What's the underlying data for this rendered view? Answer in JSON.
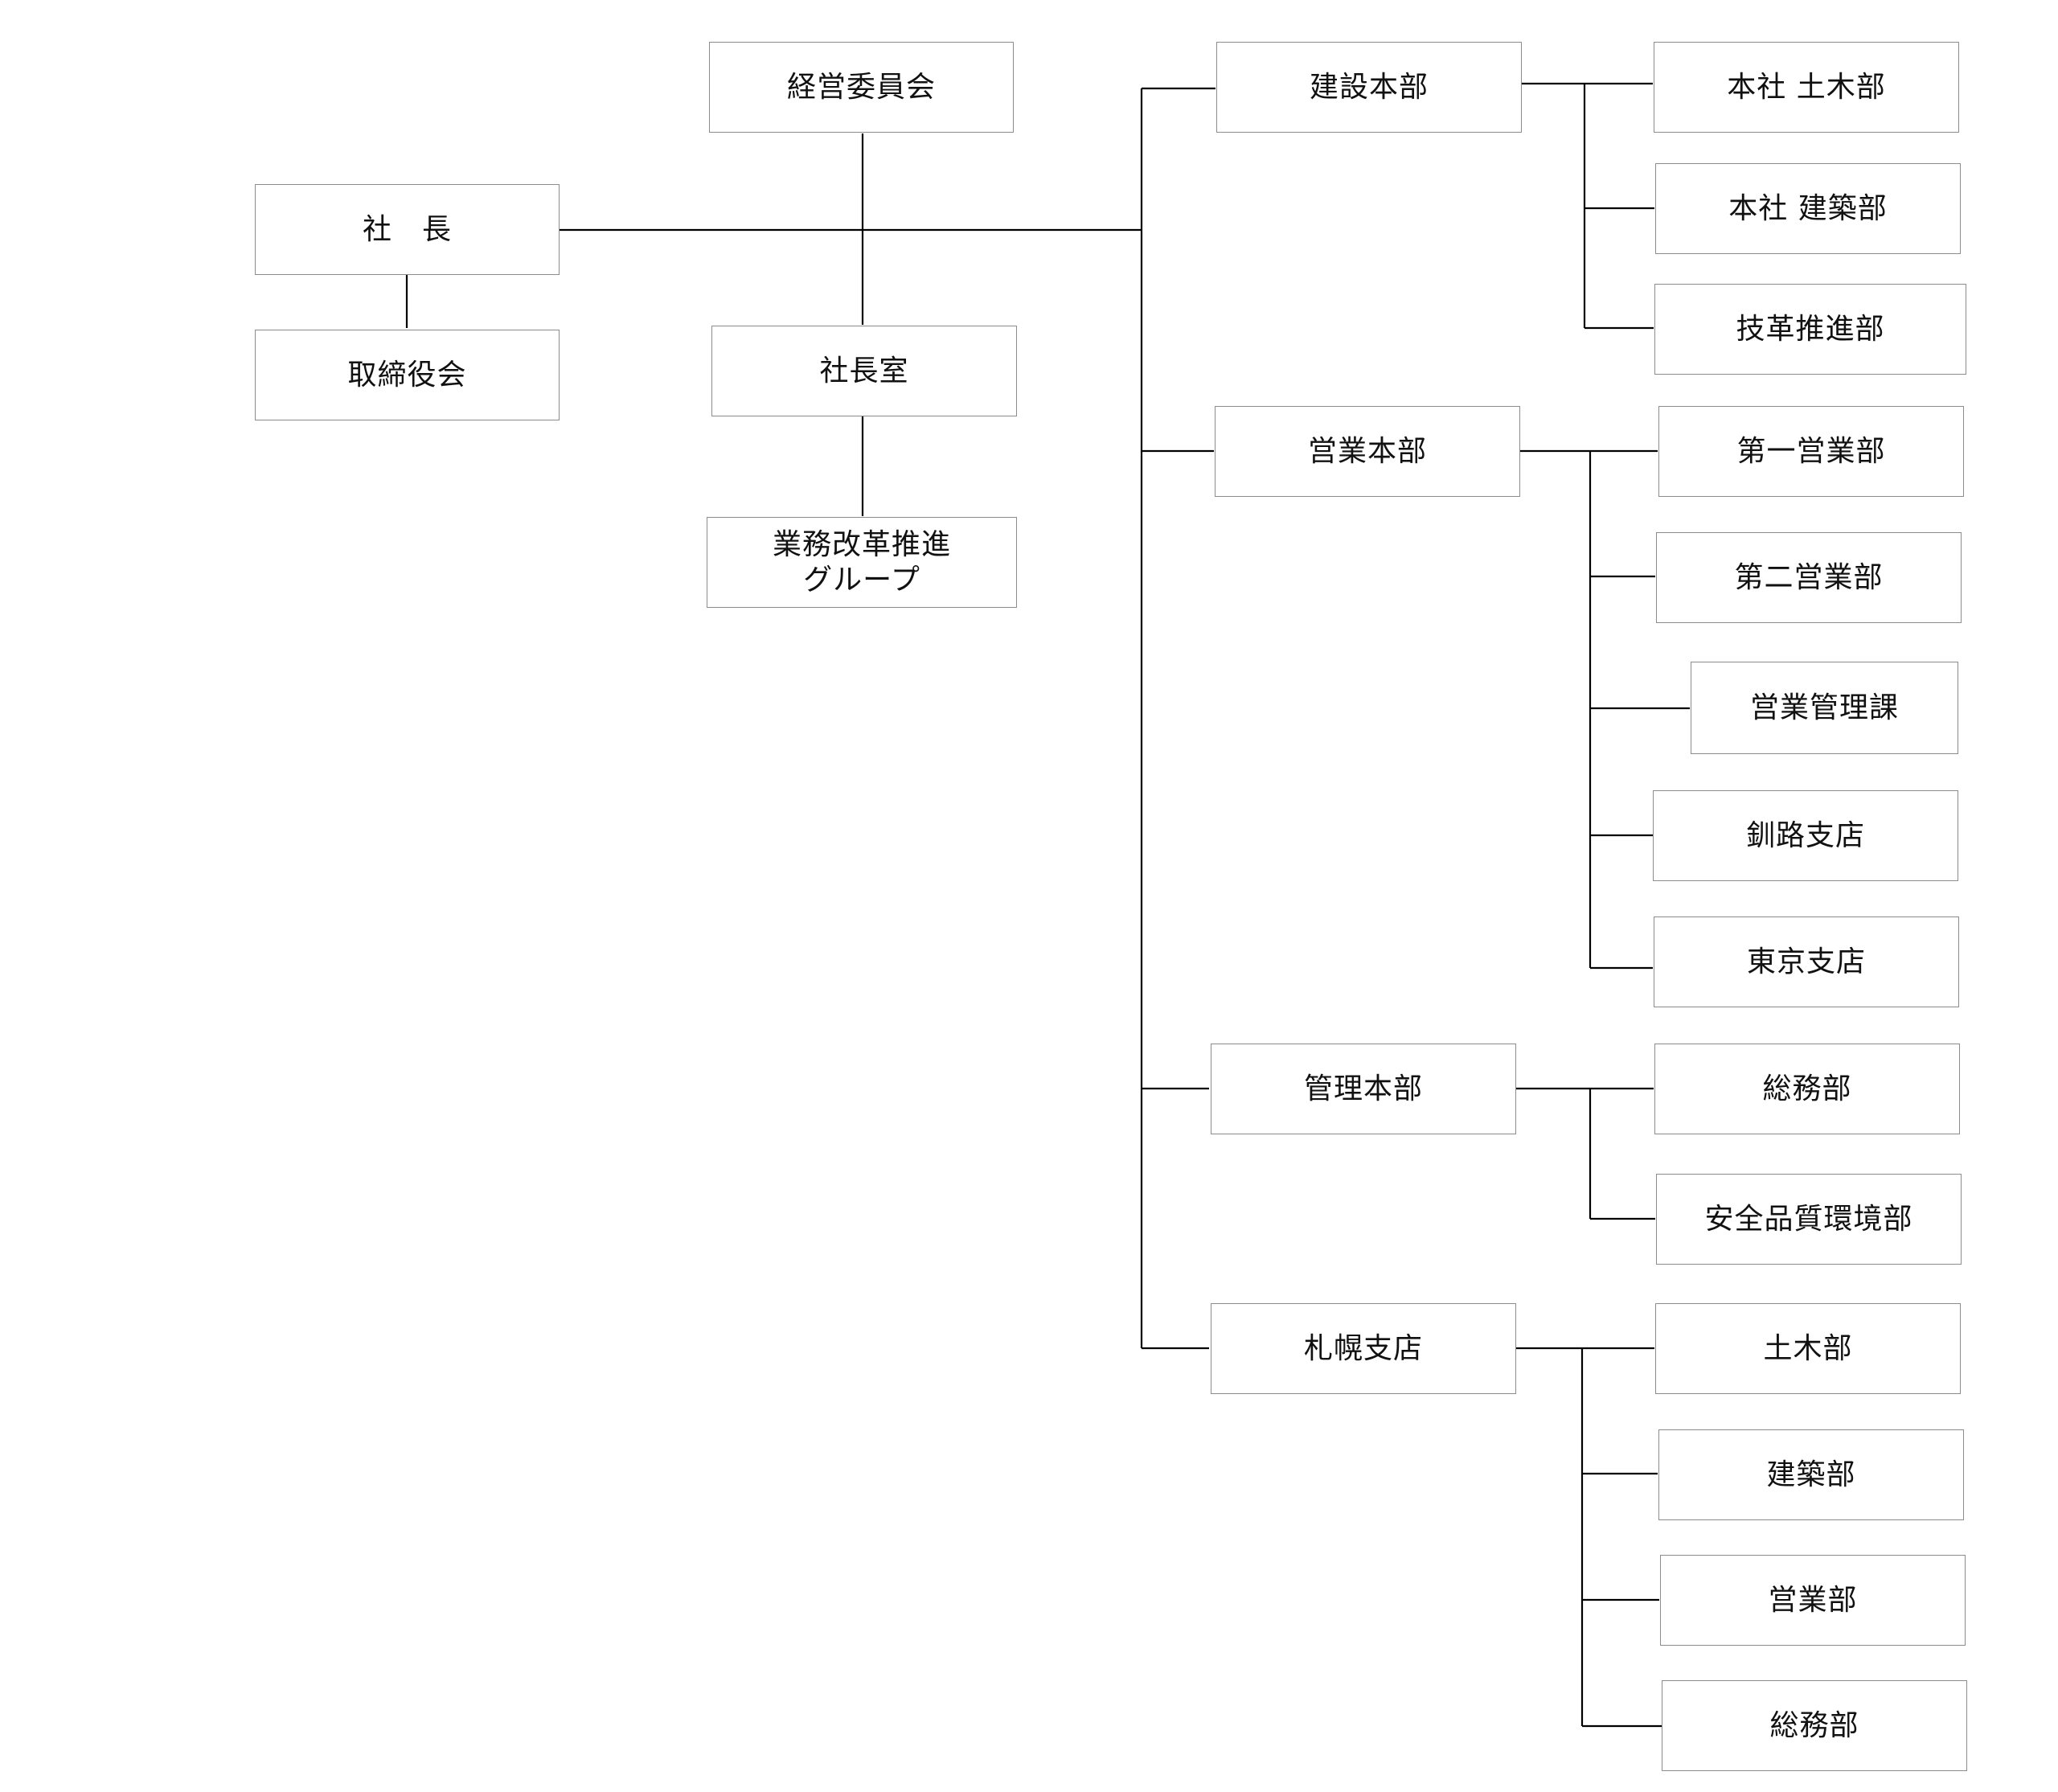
{
  "boxes": {
    "president": "社　長",
    "board": "取締役会",
    "management_committee": "経営委員会",
    "presidents_office": "社長室",
    "reform_group": "業務改革推進\nグループ",
    "construction_hq": "建設本部",
    "civil_dept": "本社 土木部",
    "architecture_dept": "本社 建築部",
    "tech_innovation": "技革推進部",
    "sales_hq": "営業本部",
    "sales_1": "第一営業部",
    "sales_2": "第二営業部",
    "sales_mgmt": "営業管理課",
    "kushiro": "釧路支店",
    "tokyo": "東京支店",
    "admin_hq": "管理本部",
    "general_affairs": "総務部",
    "safety_quality": "安全品質環境部",
    "sapporo": "札幌支店",
    "sapporo_civil": "土木部",
    "sapporo_arch": "建築部",
    "sapporo_sales": "営業部",
    "sapporo_general": "総務部"
  }
}
